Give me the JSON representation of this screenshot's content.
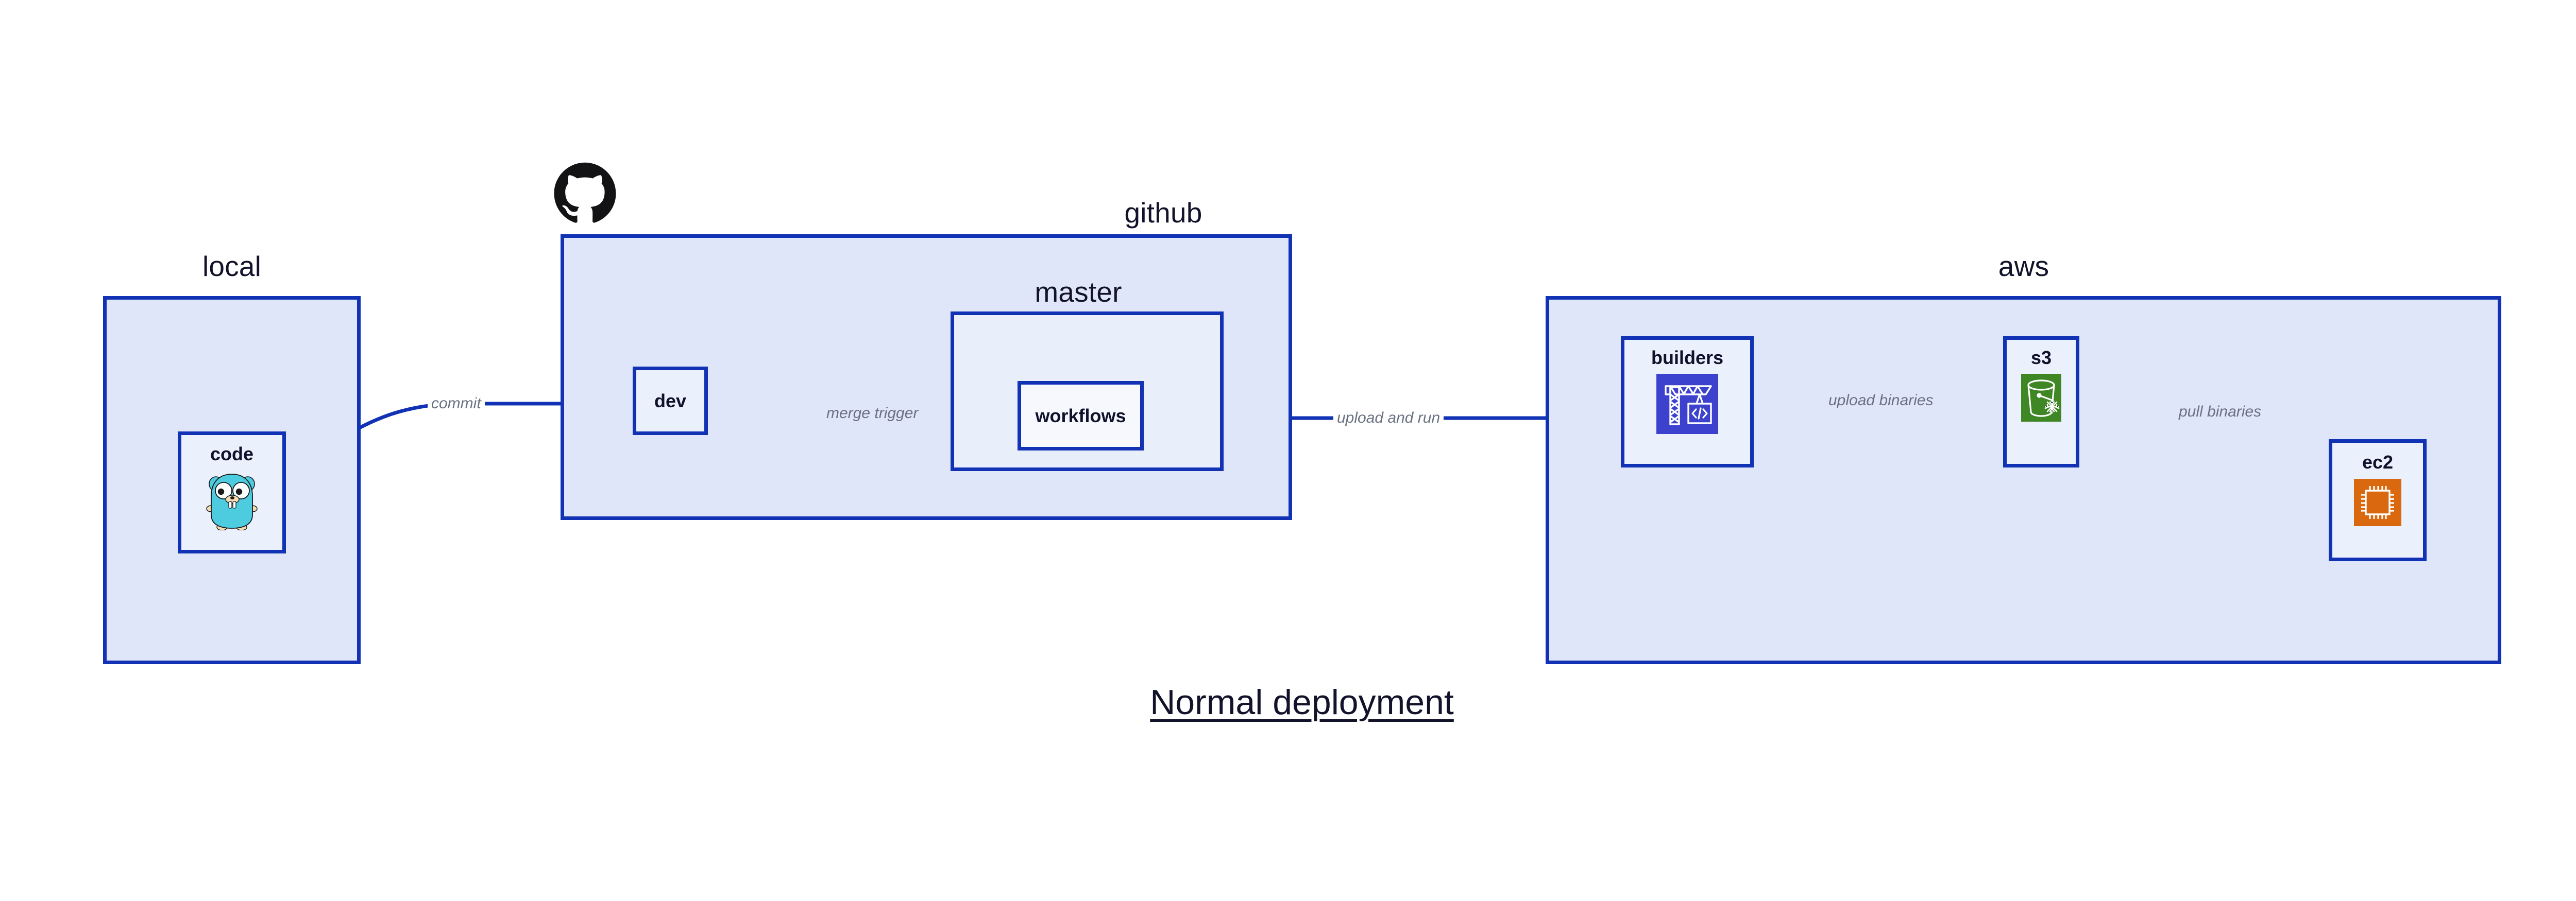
{
  "title": "Normal deployment",
  "colors": {
    "stroke": "#1132b4",
    "group_fill": "#e0e6f9",
    "inner_fill": "#e9eefb",
    "node_fill": "#eaf0fc",
    "node_fill_white": "#f6f8fe",
    "label_text": "#12132b",
    "edge_label_text": "#6b7182",
    "github_black": "#131316",
    "go_gopher_cyan": "#4dcbdf",
    "go_gopher_tan": "#f5dcb3",
    "builders_indigo": "#3c42cd",
    "s3_green": "#3f8624",
    "ec2_orange": "#d9680f",
    "page_background": "#ffffff"
  },
  "groups": [
    {
      "id": "local",
      "label": "local"
    },
    {
      "id": "github",
      "label": "github"
    },
    {
      "id": "master",
      "label": "master"
    },
    {
      "id": "aws",
      "label": "aws"
    }
  ],
  "nodes": [
    {
      "id": "code",
      "label": "code",
      "icon": "go-gopher-icon",
      "group": "local"
    },
    {
      "id": "dev",
      "label": "dev",
      "icon": null,
      "group": "github"
    },
    {
      "id": "workflows",
      "label": "workflows",
      "icon": null,
      "group": "master"
    },
    {
      "id": "builders",
      "label": "builders",
      "icon": "aws-codebuild-icon",
      "group": "aws"
    },
    {
      "id": "s3",
      "label": "s3",
      "icon": "aws-s3-icon",
      "group": "aws"
    },
    {
      "id": "ec2",
      "label": "ec2",
      "icon": "aws-ec2-icon",
      "group": "aws"
    }
  ],
  "edges": [
    {
      "id": "commit",
      "label": "commit",
      "from": "code",
      "to": "dev"
    },
    {
      "id": "merge-trigger",
      "label": "merge trigger",
      "from": "dev",
      "to": "workflows"
    },
    {
      "id": "upload-and-run",
      "label": "upload and run",
      "from": "workflows",
      "to": "builders"
    },
    {
      "id": "upload-binaries",
      "label": "upload binaries",
      "from": "builders",
      "to": "s3"
    },
    {
      "id": "pull-binaries",
      "label": "pull binaries",
      "from": "s3",
      "to": "ec2"
    }
  ],
  "icons": {
    "github_mark": "github-octocat-icon"
  }
}
